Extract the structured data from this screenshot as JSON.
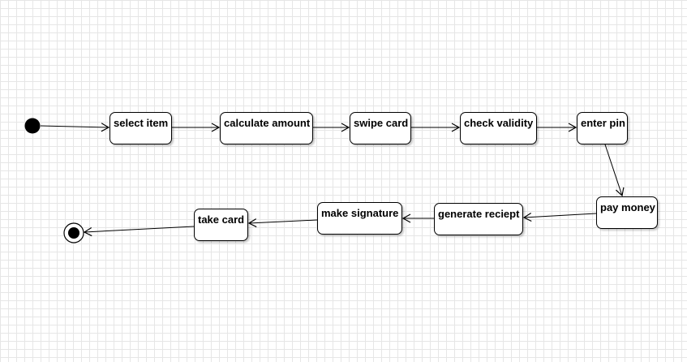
{
  "diagram": {
    "nodes": {
      "select_item": "select item",
      "calculate_amount": "calculate amount",
      "swipe_card": "swipe card",
      "check_validity": "check validity",
      "enter_pin": "enter pin",
      "pay_money": "pay money",
      "generate_reciept": "generate reciept",
      "make_signature": "make signature",
      "take_card": "take card"
    },
    "flow": [
      "start",
      "select item",
      "calculate amount",
      "swipe card",
      "check validity",
      "enter pin",
      "pay money",
      "generate reciept",
      "make signature",
      "take card",
      "end"
    ],
    "colors": {
      "stroke": "#000000",
      "grid": "#e6e6e6",
      "background": "#ffffff"
    }
  }
}
